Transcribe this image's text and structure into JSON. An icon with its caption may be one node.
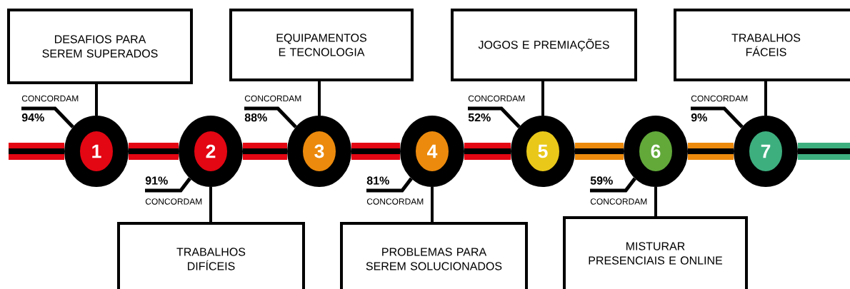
{
  "diagram": {
    "nodes": [
      {
        "text": [
          "DESAFIOS PARA SEREM SUPERADOS"
        ]
      },
      {
        "text": [
          "CONCORDAM",
          "94%"
        ]
      },
      {
        "text": [
          "1"
        ]
      },
      {
        "text": [
          "TRABALHOS DIFÍCEIS"
        ]
      },
      {
        "text": [
          "91%",
          "CONCORDAM"
        ]
      },
      {
        "text": [
          "2"
        ]
      },
      {
        "text": [
          "EQUIPAMENTOS E TECNOLOGIA"
        ]
      },
      {
        "text": [
          "CONCORDAM",
          "88%"
        ]
      },
      {
        "text": [
          "3"
        ]
      },
      {
        "text": [
          "PROBLEMAS PARA SEREM SOLUCIONADOS"
        ]
      },
      {
        "text": [
          "81%",
          "CONCORDAM"
        ]
      },
      {
        "text": [
          "4"
        ]
      },
      {
        "text": [
          "JOGOS E PREMIAÇÕES"
        ]
      },
      {
        "text": [
          "CONCORDAM",
          "52%"
        ]
      },
      {
        "text": [
          "5"
        ]
      },
      {
        "text": [
          "MISTURAR PRESENCIAIS E ONLINE"
        ]
      },
      {
        "text": [
          "59%",
          "CONCORDAM"
        ]
      },
      {
        "text": [
          "6"
        ]
      },
      {
        "text": [
          "TRABALHOS FÁCEIS"
        ]
      },
      {
        "text": [
          "CONCORDAM",
          "9%"
        ]
      },
      {
        "text": [
          "7"
        ]
      }
    ],
    "edges": [
      {
        "from": 0,
        "to": 2,
        "arrow": "none"
      },
      {
        "from": 3,
        "to": 5,
        "arrow": "none"
      },
      {
        "from": 6,
        "to": 8,
        "arrow": "none"
      },
      {
        "from": 9,
        "to": 11,
        "arrow": "none"
      },
      {
        "from": 12,
        "to": 14,
        "arrow": "none"
      },
      {
        "from": 15,
        "to": 17,
        "arrow": "none"
      },
      {
        "from": 18,
        "to": 20,
        "arrow": "none"
      },
      {
        "from": 1,
        "to": 2,
        "arrow": "none"
      },
      {
        "from": 4,
        "to": 5,
        "arrow": "none"
      },
      {
        "from": 7,
        "to": 8,
        "arrow": "none"
      },
      {
        "from": 10,
        "to": 11,
        "arrow": "none"
      },
      {
        "from": 13,
        "to": 14,
        "arrow": "none"
      },
      {
        "from": 16,
        "to": 17,
        "arrow": "none"
      },
      {
        "from": 19,
        "to": 20,
        "arrow": "none"
      },
      {
        "from": null,
        "to": 2,
        "arrow": "none",
        "style": "thick",
        "color": "#e30613"
      },
      {
        "from": 2,
        "to": 5,
        "arrow": "none",
        "style": "thick",
        "color": "#e30613"
      },
      {
        "from": 5,
        "to": 8,
        "arrow": "none",
        "style": "thick",
        "color": "#e30613"
      },
      {
        "from": 8,
        "to": 11,
        "arrow": "none",
        "style": "thick",
        "color": "#e30613"
      },
      {
        "from": 11,
        "to": 14,
        "arrow": "none",
        "style": "thick",
        "color": "#e30613"
      },
      {
        "from": 14,
        "to": 17,
        "arrow": "none",
        "style": "thick",
        "color": "#ec8a0d"
      },
      {
        "from": 17,
        "to": 20,
        "arrow": "none",
        "style": "thick",
        "color": "#ec8a0d"
      },
      {
        "from": 20,
        "to": null,
        "arrow": "none",
        "style": "thick",
        "color": "#3daf7f"
      }
    ]
  }
}
